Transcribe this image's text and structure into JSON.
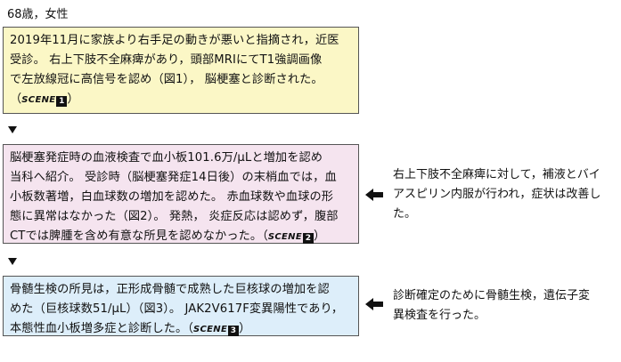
{
  "header": {
    "patient": "68歳，女性"
  },
  "boxes": [
    {
      "lines": [
        "2019年11月に家族より右手足の動きが悪いと指摘され，近医",
        "受診。 右上下肢不全麻痺があり，頭部MRIにてT1強調画像",
        "で左放線冠に高信号を認め（図1）， 脳梗塞と診断された。"
      ],
      "scene_prefix": "（",
      "scene_label": "SCENE",
      "scene_number": "1",
      "scene_suffix": "）",
      "background": "#fbf7c6"
    },
    {
      "lines": [
        "脳梗塞発症時の血液検査で血小板101.6万/μLと増加を認め",
        "当科へ紹介。 受診時（脳梗塞発症14日後）の末梢血では，血",
        "小板数著増，白血球数の増加を認めた。 赤血球数や血球の形",
        "態に異常はなかった（図2）。 発熱， 炎症反応は認めず，腹部"
      ],
      "last_line": "CTでは脾腫を含め有意な所見を認めなかった。（",
      "scene_label": "SCENE",
      "scene_number": "2",
      "scene_suffix": "）",
      "background": "#f5e4ef"
    },
    {
      "lines": [
        "骨髄生検の所見は，正形成骨髄で成熟した巨核球の増加を認",
        "めた（巨核球数51/μL）（図3）。 JAK2V617F変異陽性であり，"
      ],
      "last_line": "本態性血小板増多症と診断した。（",
      "scene_label": "SCENE",
      "scene_number": "3",
      "scene_suffix": "）",
      "background": "#ddeefa"
    }
  ],
  "notes": [
    {
      "lines": [
        "右上下肢不全麻痺に対して，補液とバイ",
        "アスピリン内服が行われ，症状は改善し",
        "た。"
      ]
    },
    {
      "lines": [
        "診断確定のために骨髄生検，遺伝子変",
        "異検査を行った。"
      ]
    }
  ],
  "icons": {
    "down_arrow": "down-triangle-icon",
    "left_arrow": "left-arrow-icon"
  }
}
